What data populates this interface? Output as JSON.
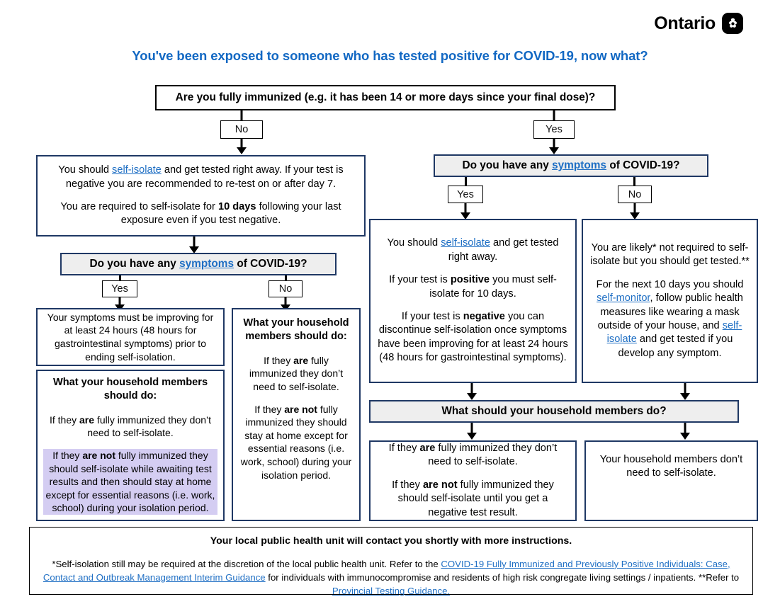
{
  "header": {
    "brand_word": "Ontario",
    "brand_icon": "ontario-trillium-icon",
    "title": "You've been exposed to someone who has tested positive for COVID-19, now what?"
  },
  "flow": {
    "q_immunized": "Are you fully immunized (e.g. it has been 14 or more days since your final dose)?",
    "label_no_1": "No",
    "label_yes_1": "Yes",
    "left_advice_p1_a": "You should ",
    "left_advice_link": "self-isolate",
    "left_advice_p1_b": " and get tested right away. If your test is negative you are recommended to re-test on or after day 7.",
    "left_advice_p2_a": "You are required to self-isolate for ",
    "left_advice_p2_bold": "10 days",
    "left_advice_p2_b": " following your last exposure even if you test negative.",
    "q_symptoms_left_a": "Do you have any ",
    "q_symptoms_link": "symptoms",
    "q_symptoms_left_b": " of COVID-19?",
    "label_yes_left": "Yes",
    "label_no_left": "No",
    "left_yes_box": "Your symptoms must be improving for at least 24 hours (48 hours for gastrointestinal symptoms) prior to ending self-isolation.",
    "left_household_heading": "What your household members should do:",
    "left_household_p1_a": "If they ",
    "left_household_p1_bold": "are",
    "left_household_p1_b": " fully immunized they don’t need to self-isolate.",
    "left_household_p2_a": "If they ",
    "left_household_p2_bold": "are not",
    "left_household_p2_b": " fully immunized they should self-isolate while awaiting test results and then should stay at home except for essential reasons (i.e. work, school) during your isolation period.",
    "left_no_heading": "What your household members should do:",
    "left_no_p1_a": "If they ",
    "left_no_p1_bold": "are",
    "left_no_p1_b": " fully immunized they don’t need to self-isolate.",
    "left_no_p2_a": "If they ",
    "left_no_p2_bold": "are not",
    "left_no_p2_b": " fully immunized they should stay at home except for essential reasons (i.e. work, school) during your isolation period.",
    "q_symptoms_right_a": "Do you have any ",
    "q_symptoms_right_link": "symptoms",
    "q_symptoms_right_b": " of COVID-19?",
    "label_yes_right": "Yes",
    "label_no_right": "No",
    "mid_p1_a": "You should ",
    "mid_p1_link": "self-isolate",
    "mid_p1_b": " and get tested right away.",
    "mid_p2_a": "If your test is ",
    "mid_p2_bold": "positive",
    "mid_p2_b": " you must self-isolate for 10 days.",
    "mid_p3_a": "If your test is ",
    "mid_p3_bold": "negative",
    "mid_p3_b": " you can discontinue self-isolation once symptoms have been improving for at least 24 hours (48 hours for gastrointestinal symptoms).",
    "right_p1": "You are likely* not required to self-isolate but you should get tested.**",
    "right_p2_a": "For the next 10 days you should ",
    "right_p2_link1": "self-monitor",
    "right_p2_b": ", follow public health measures like wearing a mask outside of your house, and ",
    "right_p2_link2": "self-isolate",
    "right_p2_c": " and get tested if you develop any symptom.",
    "q_household": "What should your household members do?",
    "bottom_mid_p1_a": "If they ",
    "bottom_mid_p1_bold": "are",
    "bottom_mid_p1_b": " fully immunized they don’t need to self-isolate.",
    "bottom_mid_p2_a": "If they ",
    "bottom_mid_p2_bold": "are not",
    "bottom_mid_p2_b": " fully immunized they should self-isolate until you get a negative test result.",
    "bottom_right": "Your household members don’t need to self-isolate."
  },
  "footer": {
    "top_line": "Your local public health unit will contact you shortly with more instructions.",
    "note_a": "*Self-isolation still may be required at the discretion of the local public health unit. Refer to the ",
    "note_link1": "COVID-19 Fully Immunized and Previously Positive Individuals: Case, Contact and Outbreak Management Interim Guidance",
    "note_b": " for individuals with immunocompromise and residents of high risk congregate living settings / inpatients. **Refer to ",
    "note_link2": "Provincial Testing Guidance."
  },
  "colors": {
    "title_blue": "#1268c3",
    "node_border_navy": "#1f3864",
    "link_blue": "#1f6fc4",
    "highlight_lavender": "#d4cdf2",
    "gray_fill": "#eeeeee"
  }
}
